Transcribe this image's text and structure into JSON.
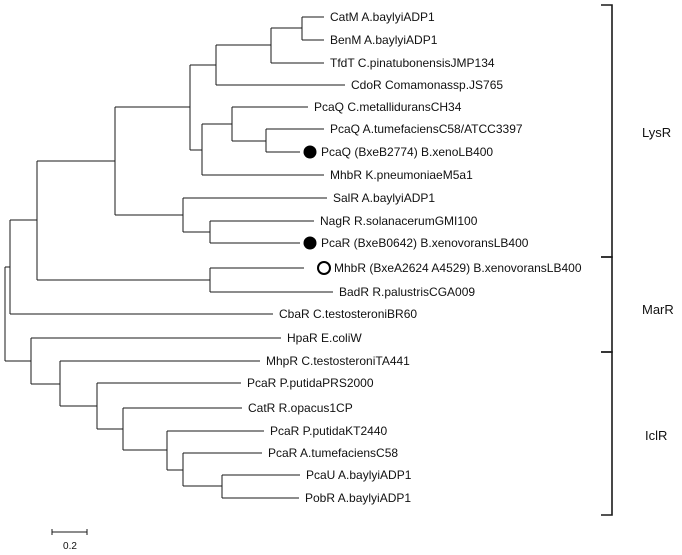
{
  "tree": {
    "leaves": [
      {
        "name": "CatM A.baylyiADP1",
        "marker": "none"
      },
      {
        "name": "BenM A.baylyiADP1",
        "marker": "none"
      },
      {
        "name": "TfdT C.pinatubonensisJMP134",
        "marker": "none"
      },
      {
        "name": "CdoR Comamonassp.JS765",
        "marker": "none"
      },
      {
        "name": "PcaQ C.metalliduransCH34",
        "marker": "none"
      },
      {
        "name": "PcaQ A.tumefaciensC58/ATCC3397",
        "marker": "none"
      },
      {
        "name": "PcaQ (BxeB2774) B.xenoLB400",
        "marker": "filled-circle"
      },
      {
        "name": "MhbR K.pneumoniaeM5a1",
        "marker": "none"
      },
      {
        "name": "SalR A.baylyiADP1",
        "marker": "none"
      },
      {
        "name": "NagR R.solanacerumGMI100",
        "marker": "none"
      },
      {
        "name": "PcaR (BxeB0642) B.xenovoransLB400",
        "marker": "filled-circle"
      },
      {
        "name": "MhbR (BxeA2624 A4529) B.xenovoransLB400",
        "marker": "open-circle"
      },
      {
        "name": "BadR R.palustrisCGA009",
        "marker": "none"
      },
      {
        "name": "CbaR C.testosteroniBR60",
        "marker": "none"
      },
      {
        "name": "HpaR E.coliW",
        "marker": "none"
      },
      {
        "name": "MhpR C.testosteroniTA441",
        "marker": "none"
      },
      {
        "name": "PcaR P.putidaPRS2000",
        "marker": "none"
      },
      {
        "name": "CatR R.opacus1CP",
        "marker": "none"
      },
      {
        "name": "PcaR P.putidaKT2440",
        "marker": "none"
      },
      {
        "name": "PcaR A.tumefaciensC58",
        "marker": "none"
      },
      {
        "name": "PcaU A.baylyiADP1",
        "marker": "none"
      },
      {
        "name": "PobR A.baylyiADP1",
        "marker": "none"
      }
    ],
    "groups": [
      {
        "label": "LysR"
      },
      {
        "label": "MarR"
      },
      {
        "label": "IclR"
      }
    ],
    "scale_bar": {
      "label": "0.2",
      "value": 0.2
    }
  }
}
